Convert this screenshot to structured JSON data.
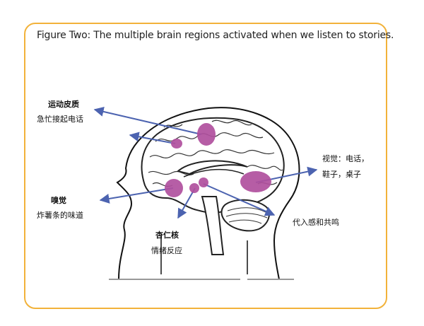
{
  "caption": "Figure Two: The multiple brain regions activated when we listen to stories.",
  "colors": {
    "frame": "#f2b23a",
    "region": "#b0509e",
    "arrow": "#4c63b0"
  },
  "labels": {
    "motor_title": "运动皮质",
    "motor_desc": "急忙接起电话",
    "smell_title": "嗅觉",
    "smell_desc": "炸薯条的味道",
    "amygdala_title": "杏仁核",
    "amygdala_desc": "情绪反应",
    "visual_line1": "视觉：电话，",
    "visual_line2": "鞋子，桌子",
    "empathy": "代入感和共鸣"
  }
}
